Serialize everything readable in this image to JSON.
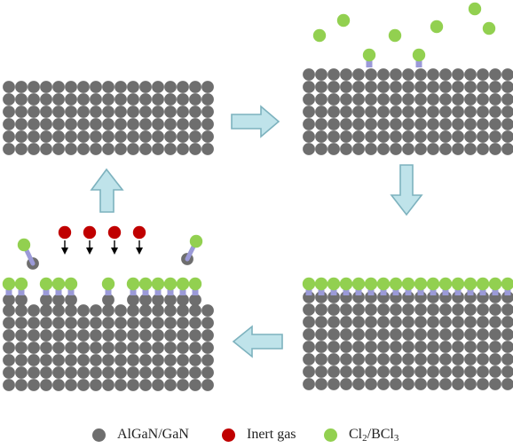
{
  "diagram": {
    "colors": {
      "substrate_atom": "#6e6e6e",
      "inert_gas": "#c00000",
      "etchant": "#92d050",
      "bond": "#9b9ad8",
      "arrow_fill": "#bfe3ea",
      "arrow_stroke": "#7db2be",
      "ion_arrow": "#000000"
    },
    "legend": [
      {
        "label": "AlGaN/GaN",
        "color": "#6e6e6e"
      },
      {
        "label": "Inert gas",
        "color": "#c00000"
      },
      {
        "label_base": "Cl",
        "label_sub": "2",
        "label_mid": "/BCl",
        "label_sub2": "3",
        "color": "#92d050"
      }
    ]
  }
}
